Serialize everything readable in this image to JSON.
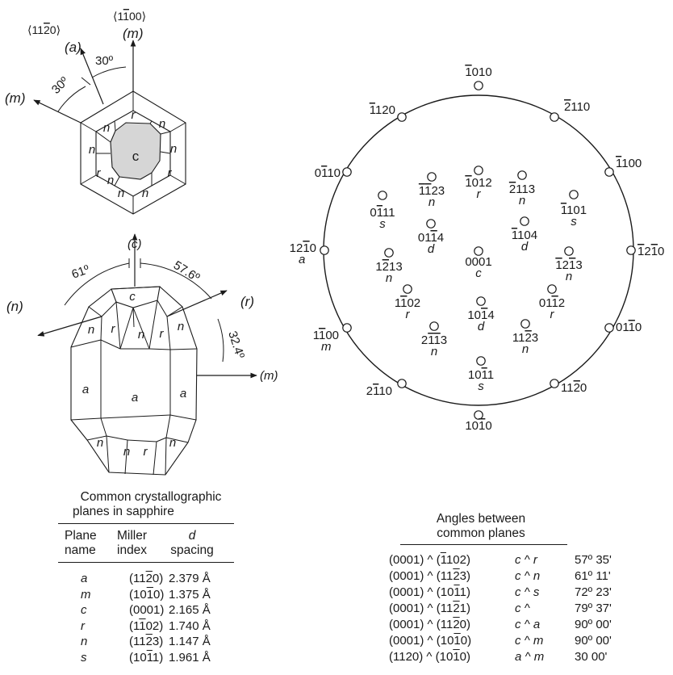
{
  "hex_view": {
    "directions": [
      {
        "label": "⟨11<o>2</o>0⟩"
      },
      {
        "label": "⟨1<o>1</o>00⟩"
      },
      {
        "label": "(a)"
      },
      {
        "label": "(m)"
      },
      {
        "label": "(m)"
      }
    ],
    "angles": [
      "30º",
      "30º"
    ],
    "center_face": "c",
    "faces": [
      "r",
      "n",
      "n",
      "n",
      "n",
      "r",
      "r",
      "n",
      "n",
      "n"
    ]
  },
  "crystal_view": {
    "axes": [
      "(c)",
      "(n)",
      "(r)",
      "(m)"
    ],
    "angles": [
      "61º",
      "57.6º",
      "32.4º"
    ],
    "faces": [
      "c",
      "n",
      "r",
      "n",
      "r",
      "n",
      "a",
      "a",
      "a",
      "n",
      "n",
      "r",
      "n"
    ]
  },
  "stereogram": {
    "poles": [
      {
        "index": "<o>1</o>010",
        "letter": ""
      },
      {
        "index": "<o>2</o>110",
        "letter": ""
      },
      {
        "index": "<o>1</o>100",
        "letter": ""
      },
      {
        "index": "<o>1</o>2<o>1</o>0",
        "letter": ""
      },
      {
        "index": "01<o>1</o>0",
        "letter": ""
      },
      {
        "index": "11<o>2</o>0",
        "letter": ""
      },
      {
        "index": "10<o>1</o>0",
        "letter": ""
      },
      {
        "index": "2<o>1</o>10",
        "letter": ""
      },
      {
        "index": "1<o>1</o>00",
        "letter": "m"
      },
      {
        "index": "12<o>1</o>0",
        "letter": "a"
      },
      {
        "index": "0<o>1</o>10",
        "letter": ""
      },
      {
        "index": "<o>1</o>120",
        "letter": ""
      },
      {
        "index": "0001",
        "letter": "c"
      },
      {
        "index": "<o>1</o>012",
        "letter": "r"
      },
      {
        "index": "<o>1</o><o>1</o>23",
        "letter": "n"
      },
      {
        "index": "<o>2</o>113",
        "letter": "n"
      },
      {
        "index": "0<o>1</o>11",
        "letter": "s"
      },
      {
        "index": "<o>1</o>101",
        "letter": "s"
      },
      {
        "index": "01<o>1</o>4",
        "letter": "d"
      },
      {
        "index": "<o>1</o>104",
        "letter": "d"
      },
      {
        "index": "1<o>2</o>13",
        "letter": "n"
      },
      {
        "index": "<o>1</o>2<o>1</o>3",
        "letter": "n"
      },
      {
        "index": "1<o>1</o>02",
        "letter": "r"
      },
      {
        "index": "01<o>1</o>2",
        "letter": "r"
      },
      {
        "index": "10<o>1</o>4",
        "letter": "d"
      },
      {
        "index": "2<o>1</o><o>1</o>3",
        "letter": "n"
      },
      {
        "index": "11<o>2</o>3",
        "letter": "n"
      },
      {
        "index": "10<o>1</o>1",
        "letter": "s"
      }
    ]
  },
  "planes_table": {
    "caption_line1": "Common crystallographic",
    "caption_line2": "planes in sapphire",
    "col_name_1": "Plane",
    "col_name_2": "name",
    "col_miller_1": "Miller",
    "col_miller_2": "index",
    "col_d_1": "d",
    "col_d_2": "spacing",
    "rows": [
      {
        "name": "a",
        "miller": "(11<o>2</o>0)",
        "spacing": "2.379 Å"
      },
      {
        "name": "m",
        "miller": "(10<o>1</o>0)",
        "spacing": "1.375 Å"
      },
      {
        "name": "c",
        "miller": "(0001)",
        "spacing": "2.165 Å"
      },
      {
        "name": "r",
        "miller": "(1<o>1</o>02)",
        "spacing": "1.740 Å"
      },
      {
        "name": "n",
        "miller": "(11<o>2</o>3)",
        "spacing": "1.147 Å"
      },
      {
        "name": "s",
        "miller": "(10<o>1</o>1)",
        "spacing": "1.961 Å"
      }
    ]
  },
  "angles_table": {
    "caption_line1": "Angles between",
    "caption_line2": "common planes",
    "rows": [
      {
        "pair": "(0001) ^ (<o>1</o>102)",
        "short": "c ^ r",
        "angle": "57º 35'"
      },
      {
        "pair": "(0001) ^ (11<o>2</o>3)",
        "short": "c ^ n",
        "angle": "61º 11'"
      },
      {
        "pair": "(0001) ^ (10<o>1</o>1)",
        "short": "c ^ s",
        "angle": "72º 23'"
      },
      {
        "pair": "(0001) ^ (11<o>2</o>1)",
        "short": "c ^",
        "angle": "79º 37'"
      },
      {
        "pair": "(0001) ^ (11<o>2</o>0)",
        "short": "c ^ a",
        "angle": "90º 00'"
      },
      {
        "pair": "(0001) ^ (10<o>1</o>0)",
        "short": "c ^ m",
        "angle": "90º 00'"
      },
      {
        "pair": "(1120) ^ (10<o>1</o>0)",
        "short": "a ^ m",
        "angle": "30  00'"
      }
    ]
  }
}
